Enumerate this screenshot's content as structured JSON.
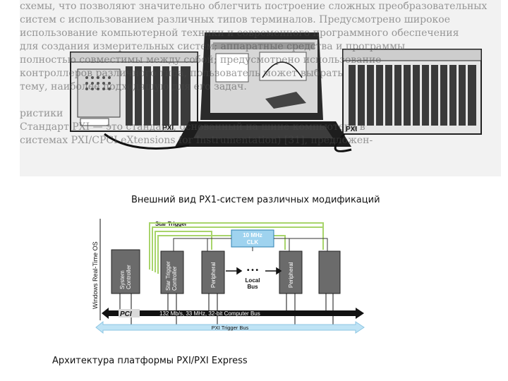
{
  "photo": {
    "background_text_lines": [
      "схемы, что позволяют значительно облегчить построение сложных преобразовательных",
      "систем с использованием различных типов терминалов. Предусмотрено широкое",
      "использование компьютерной техники и современного программного обеспечения",
      "для создания измерительных систем; аппаратные средства и программы",
      "полностью совместимы между собой; предусмотрено использование",
      "контроллеров различного типа, пользователь может выбрать",
      "тему, наиболее подходящую для его задач.",
      "",
      "                                                                 ристики",
      "Стандарт PXI — это стандарт, основанный на шине компьютера в",
      "системах PXI/CPCI eXtensions for Instrumentation) [31], предложен-"
    ],
    "labels": {
      "left_chassis": "PXI",
      "right_chassis": "PXI"
    }
  },
  "captions": {
    "top": "Внешний вид PX1-систем различных модификаций",
    "bottom": "Архитектура платформы  PXI/PXI Express"
  },
  "diagram": {
    "side_label": "Windows Real-Time OS",
    "star_trigger": "Star Trigger",
    "clock_line1": "10 MHz",
    "clock_line2": "CLK",
    "modules": {
      "system_controller_line1": "System",
      "system_controller_line2": "Controller",
      "star_trigger_controller_line1": "Star Trigger",
      "star_trigger_controller_line2": "Controller",
      "peripheral_1": "Peripheral",
      "peripheral_2": "Peripheral"
    },
    "dots": "• • •",
    "local_bus_line1": "Local",
    "local_bus_line2": "Bus",
    "pci_logo": "PCI",
    "pci_bus": "132 Mb/s, 33 MHz, 32-bit Computer Bus",
    "trigger_bus": "PXI Trigger Bus",
    "colors": {
      "module_fill": "#6b6b6b",
      "clock_fill": "#9fd3ef",
      "trigger_bus_fill": "#bfe3f5",
      "pci_bus_fill": "#d9d9d9",
      "star_trigger_lines": "#a8d46b",
      "clock_lines": "#333333"
    }
  }
}
